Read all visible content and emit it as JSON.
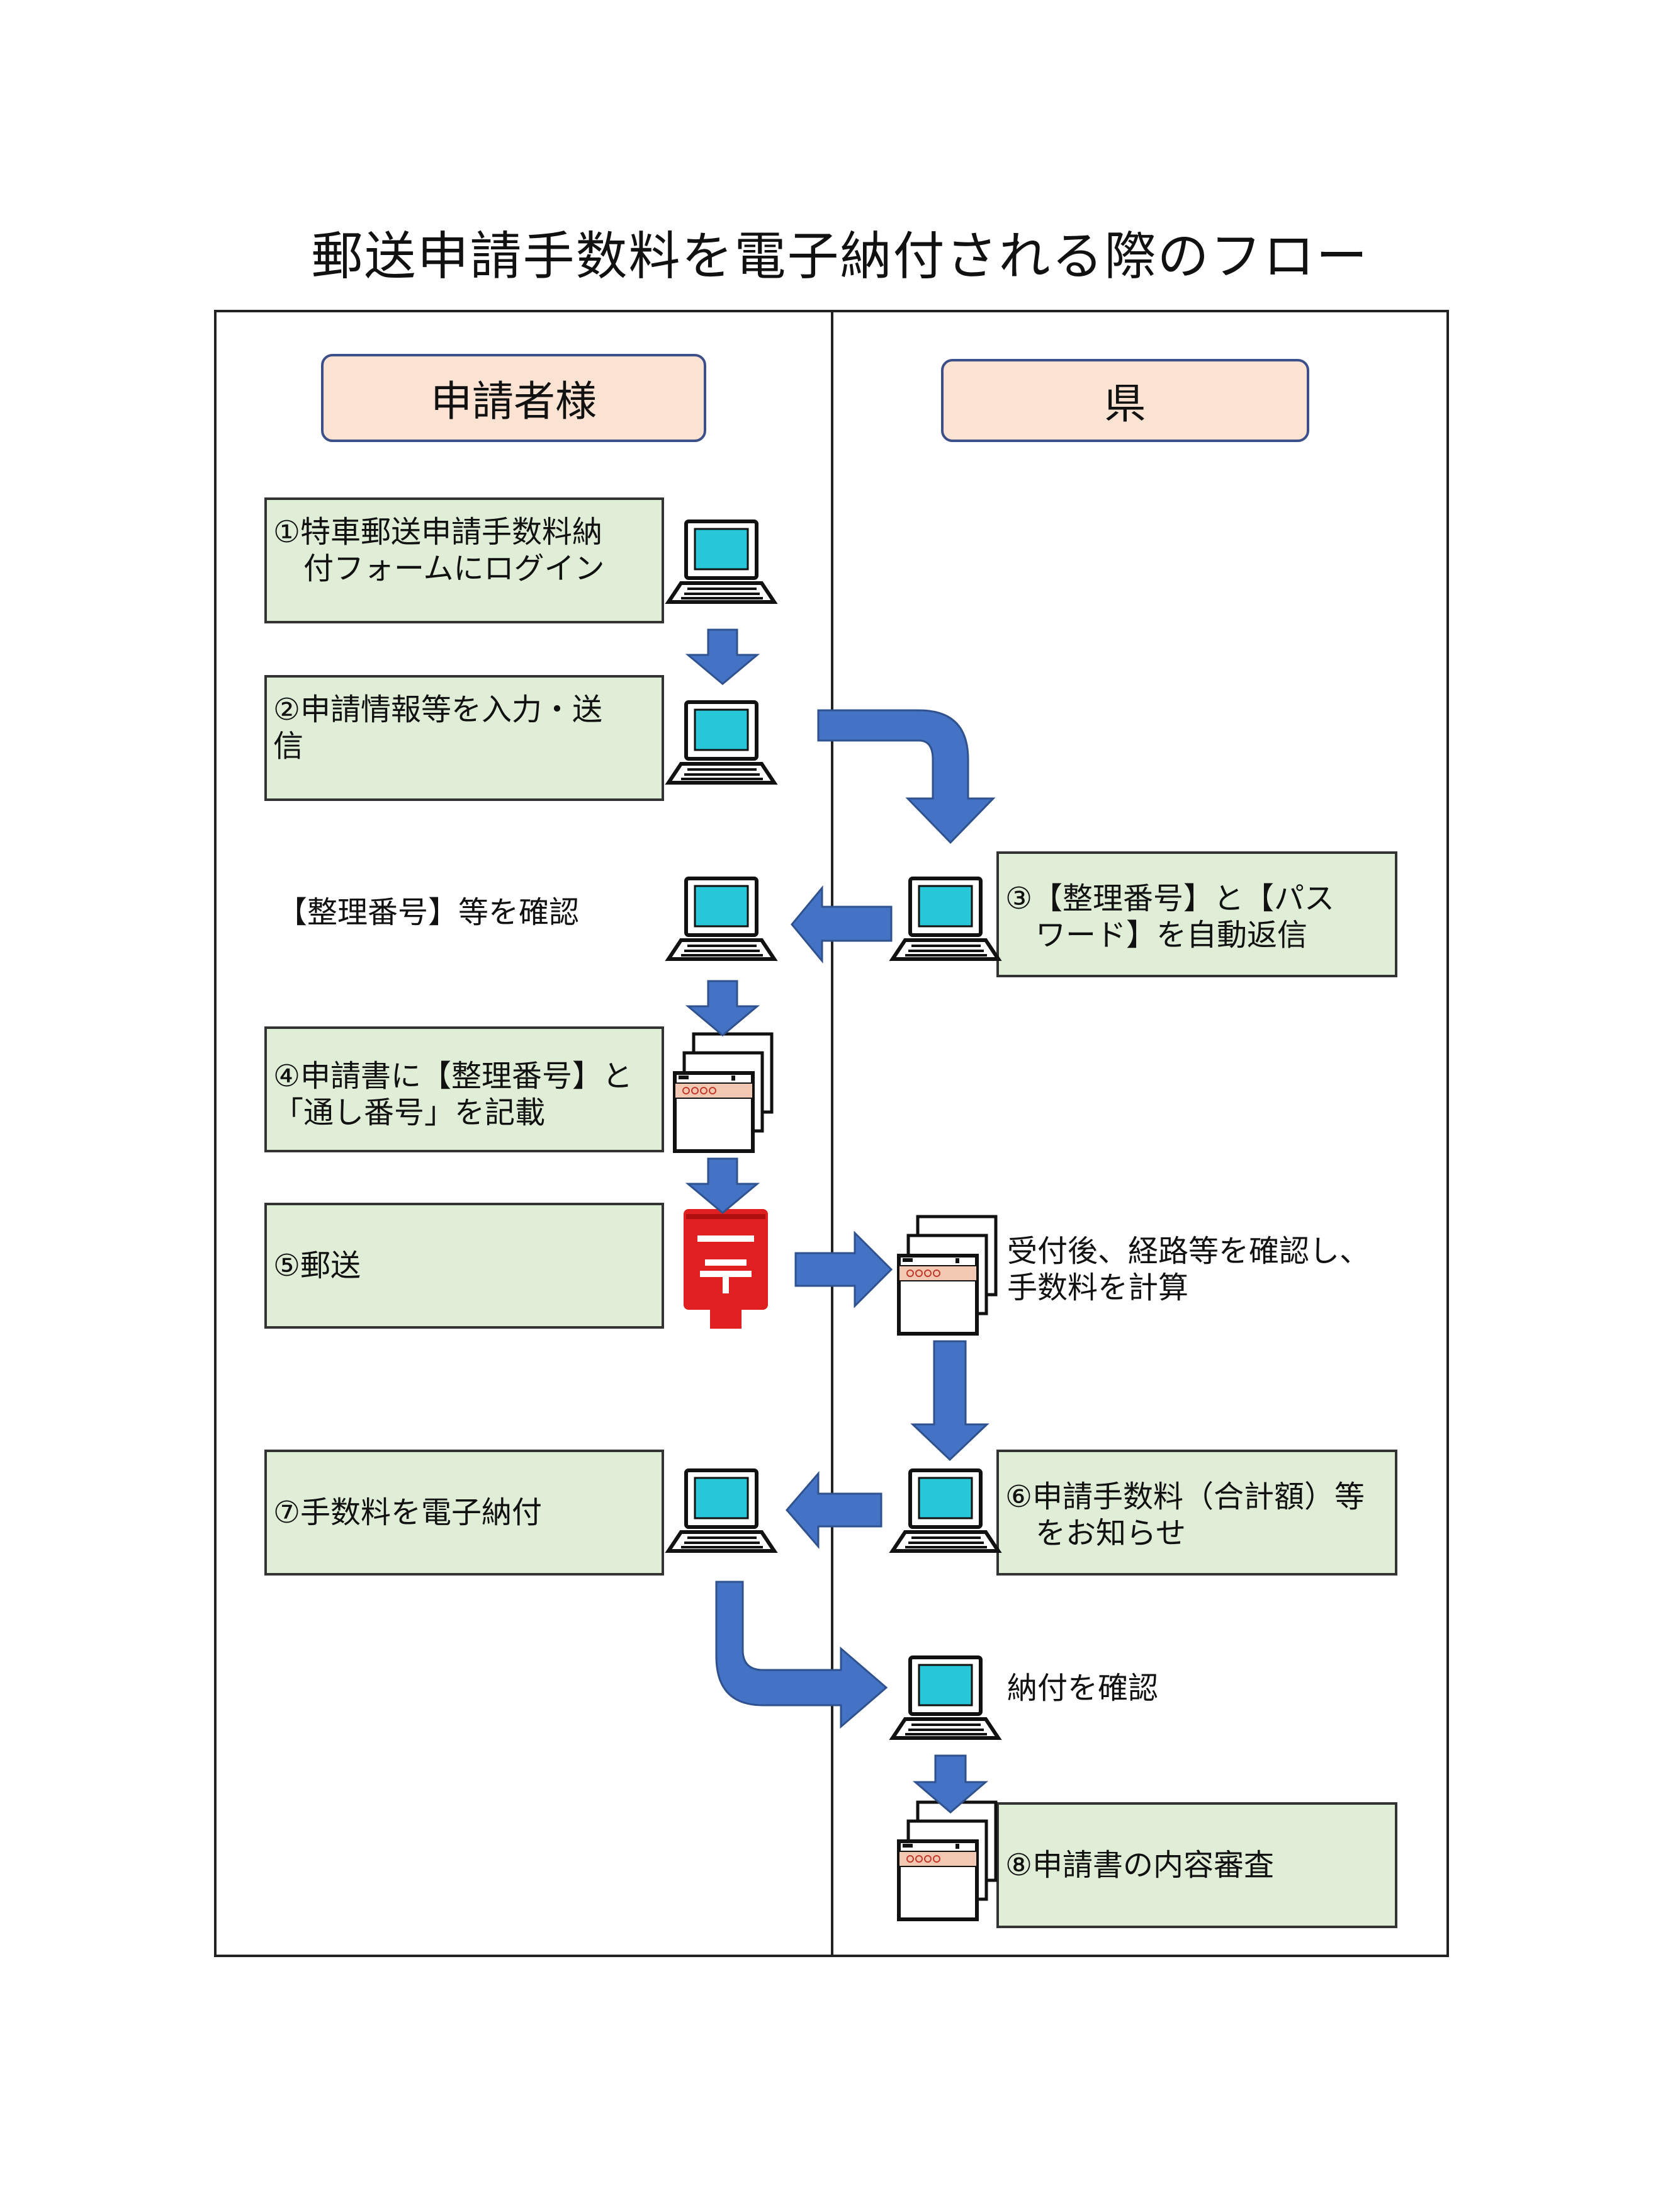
{
  "title": "郵送申請手数料を電子納付される際のフロー",
  "lanes": {
    "applicant": "申請者様",
    "prefecture": "県"
  },
  "steps": {
    "s1": "①特車郵送申請手数料納\n　付フォームにログイン",
    "s2": "②申請情報等を入力・送\n信",
    "s3": "③【整理番号】と【パス\n　ワード】を自動返信",
    "confirm_number": "【整理番号】等を確認",
    "s4": "④申請書に【整理番号】と\n「通し番号」を記載",
    "s5": "⑤郵送",
    "receive": "受付後、経路等を確認し、\n手数料を計算",
    "s6": "⑥申請手数料（合計額）等\n　をお知らせ",
    "s7": "⑦手数料を電子納付",
    "confirm_payment": "納付を確認",
    "s8": "⑧申請書の内容審査"
  },
  "icons": {
    "computer": "computer-icon",
    "document": "document-stack-icon",
    "postbox": "postbox-icon"
  },
  "colors": {
    "arrow": "#4472c4",
    "step_box": "#e0eed8",
    "lane_header": "#fbe3d3",
    "screen": "#27c6d8",
    "postbox": "#e02020"
  }
}
